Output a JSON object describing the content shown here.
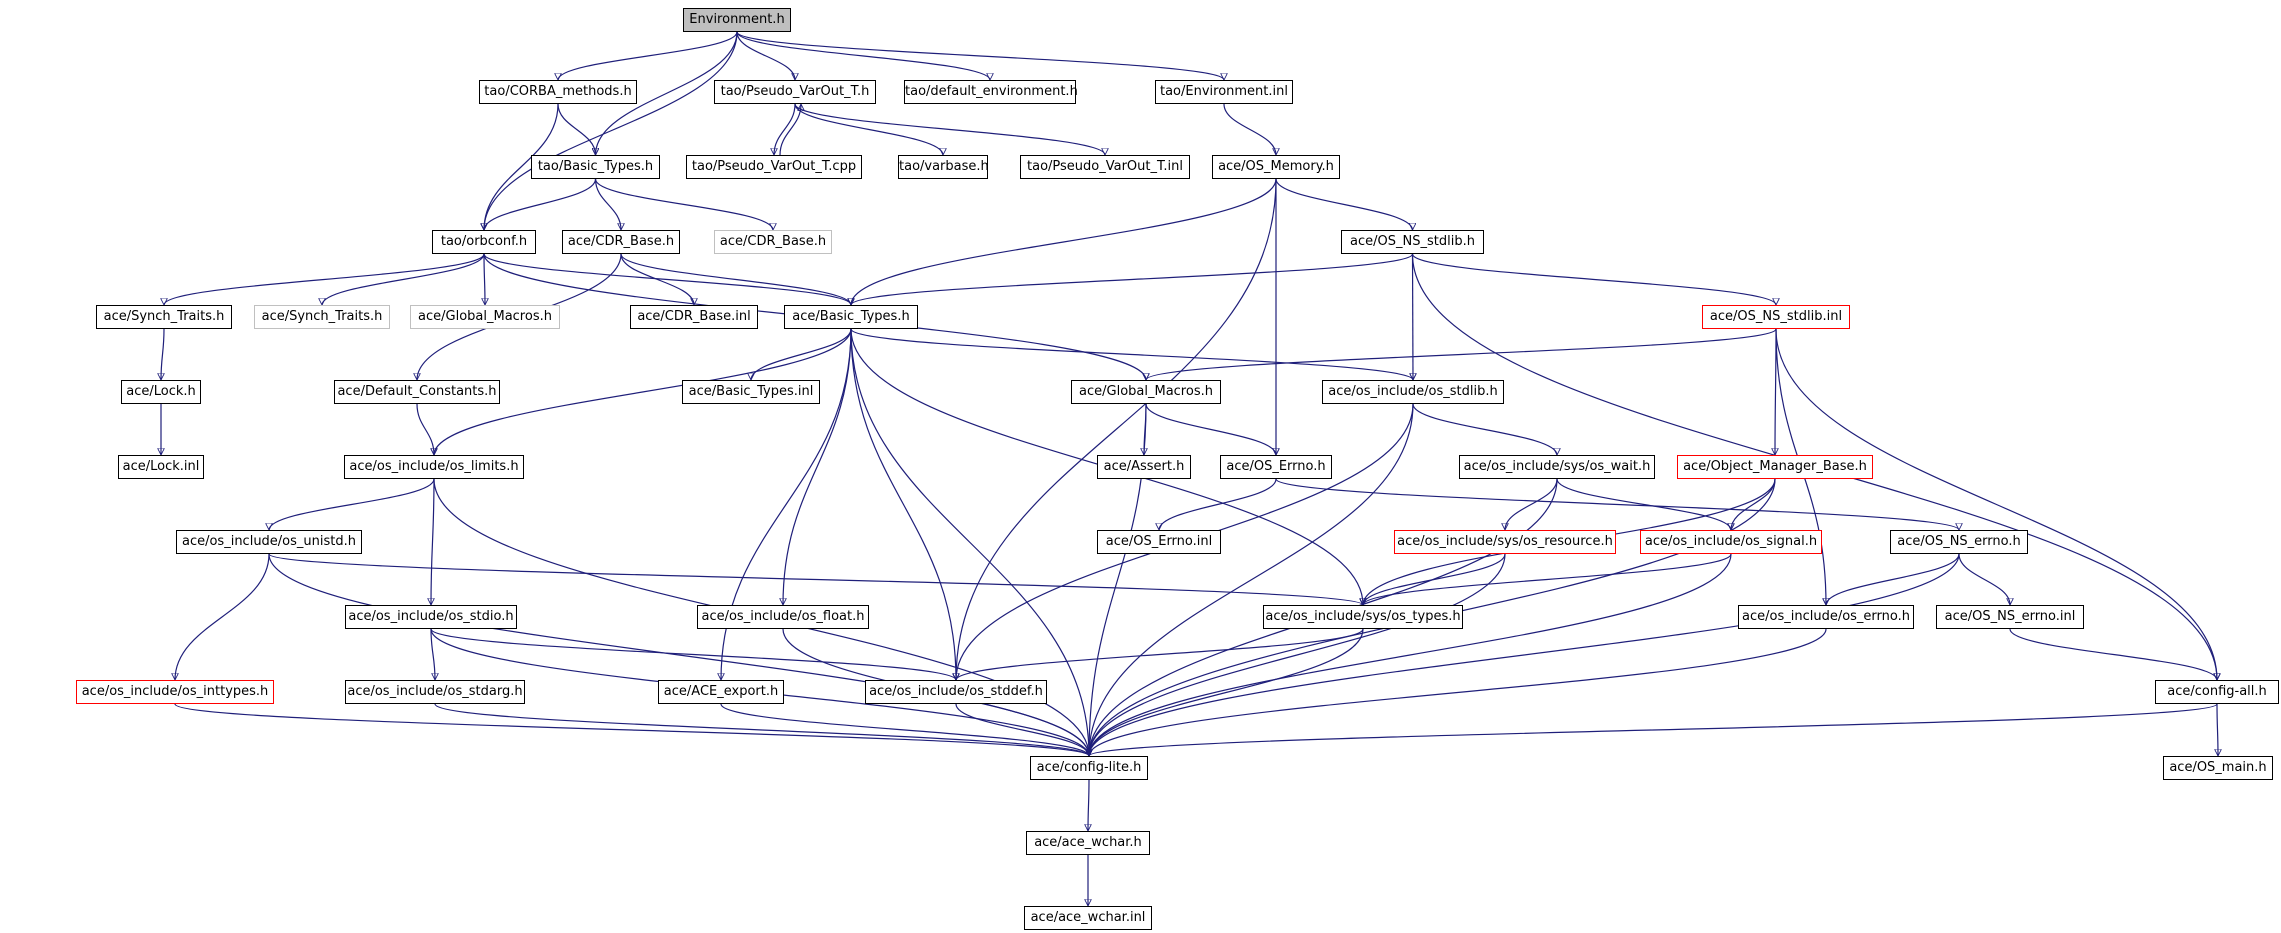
{
  "colors": {
    "edge": "#1f1f7a",
    "node_border": "#000000",
    "root_fill": "#bfbfbf",
    "missing_border": "#c0c0c0",
    "truncated_border": "#ff0000"
  },
  "nodes": {
    "environment_h": {
      "label": "Environment.h",
      "style": "root"
    },
    "tao_corba_methods_h": {
      "label": "tao/CORBA_methods.h",
      "style": "normal"
    },
    "tao_pseudo_varout_t_h": {
      "label": "tao/Pseudo_VarOut_T.h",
      "style": "normal"
    },
    "tao_default_environment_h": {
      "label": "tao/default_environment.h",
      "style": "normal"
    },
    "tao_environment_inl": {
      "label": "tao/Environment.inl",
      "style": "normal"
    },
    "tao_basic_types_h": {
      "label": "tao/Basic_Types.h",
      "style": "normal"
    },
    "tao_pseudo_varout_t_cpp": {
      "label": "tao/Pseudo_VarOut_T.cpp",
      "style": "normal"
    },
    "tao_varbase_h": {
      "label": "tao/varbase.h",
      "style": "normal"
    },
    "tao_pseudo_varout_t_inl": {
      "label": "tao/Pseudo_VarOut_T.inl",
      "style": "normal"
    },
    "ace_os_memory_h": {
      "label": "ace/OS_Memory.h",
      "style": "normal"
    },
    "tao_orbconf_h": {
      "label": "tao/orbconf.h",
      "style": "normal"
    },
    "ace_cdr_base_h": {
      "label": "ace/CDR_Base.h",
      "style": "normal"
    },
    "ace_cdr_base_h_ext": {
      "label": "ace/CDR_Base.h",
      "style": "missing"
    },
    "ace_os_ns_stdlib_h": {
      "label": "ace/OS_NS_stdlib.h",
      "style": "normal"
    },
    "ace_synch_traits_h": {
      "label": "ace/Synch_Traits.h",
      "style": "normal"
    },
    "ace_synch_traits_h_ext": {
      "label": "ace/Synch_Traits.h",
      "style": "missing"
    },
    "ace_global_macros_h_ext": {
      "label": "ace/Global_Macros.h",
      "style": "missing"
    },
    "ace_cdr_base_inl": {
      "label": "ace/CDR_Base.inl",
      "style": "normal"
    },
    "ace_basic_types_h": {
      "label": "ace/Basic_Types.h",
      "style": "normal"
    },
    "ace_os_ns_stdlib_inl": {
      "label": "ace/OS_NS_stdlib.inl",
      "style": "truncated"
    },
    "ace_lock_h": {
      "label": "ace/Lock.h",
      "style": "normal"
    },
    "ace_default_constants_h": {
      "label": "ace/Default_Constants.h",
      "style": "normal"
    },
    "ace_basic_types_inl": {
      "label": "ace/Basic_Types.inl",
      "style": "normal"
    },
    "ace_global_macros_h": {
      "label": "ace/Global_Macros.h",
      "style": "normal"
    },
    "ace_os_include_os_stdlib_h": {
      "label": "ace/os_include/os_stdlib.h",
      "style": "normal"
    },
    "ace_lock_inl": {
      "label": "ace/Lock.inl",
      "style": "normal"
    },
    "ace_os_include_os_limits_h": {
      "label": "ace/os_include/os_limits.h",
      "style": "normal"
    },
    "ace_assert_h": {
      "label": "ace/Assert.h",
      "style": "normal"
    },
    "ace_os_errno_h": {
      "label": "ace/OS_Errno.h",
      "style": "normal"
    },
    "ace_os_include_sys_os_wait_h": {
      "label": "ace/os_include/sys/os_wait.h",
      "style": "normal"
    },
    "ace_object_manager_base_h": {
      "label": "ace/Object_Manager_Base.h",
      "style": "truncated"
    },
    "ace_os_include_os_unistd_h": {
      "label": "ace/os_include/os_unistd.h",
      "style": "normal"
    },
    "ace_os_errno_inl": {
      "label": "ace/OS_Errno.inl",
      "style": "normal"
    },
    "ace_os_include_sys_os_resource_h": {
      "label": "ace/os_include/sys/os_resource.h",
      "style": "truncated"
    },
    "ace_os_include_os_signal_h": {
      "label": "ace/os_include/os_signal.h",
      "style": "truncated"
    },
    "ace_os_ns_errno_h": {
      "label": "ace/OS_NS_errno.h",
      "style": "normal"
    },
    "ace_os_include_os_stdio_h": {
      "label": "ace/os_include/os_stdio.h",
      "style": "normal"
    },
    "ace_os_include_os_float_h": {
      "label": "ace/os_include/os_float.h",
      "style": "normal"
    },
    "ace_os_include_sys_os_types_h": {
      "label": "ace/os_include/sys/os_types.h",
      "style": "normal"
    },
    "ace_os_include_os_errno_h": {
      "label": "ace/os_include/os_errno.h",
      "style": "normal"
    },
    "ace_os_ns_errno_inl": {
      "label": "ace/OS_NS_errno.inl",
      "style": "normal"
    },
    "ace_os_include_os_inttypes_h": {
      "label": "ace/os_include/os_inttypes.h",
      "style": "truncated"
    },
    "ace_os_include_os_stdarg_h": {
      "label": "ace/os_include/os_stdarg.h",
      "style": "normal"
    },
    "ace_ace_export_h": {
      "label": "ace/ACE_export.h",
      "style": "normal"
    },
    "ace_os_include_os_stddef_h": {
      "label": "ace/os_include/os_stddef.h",
      "style": "normal"
    },
    "ace_config_all_h": {
      "label": "ace/config-all.h",
      "style": "normal"
    },
    "ace_config_lite_h": {
      "label": "ace/config-lite.h",
      "style": "normal"
    },
    "ace_os_main_h": {
      "label": "ace/OS_main.h",
      "style": "normal"
    },
    "ace_ace_wchar_h": {
      "label": "ace/ace_wchar.h",
      "style": "normal"
    },
    "ace_ace_wchar_inl": {
      "label": "ace/ace_wchar.inl",
      "style": "normal"
    }
  },
  "edges": [
    [
      "environment_h",
      "tao_corba_methods_h"
    ],
    [
      "environment_h",
      "tao_pseudo_varout_t_h"
    ],
    [
      "environment_h",
      "tao_default_environment_h"
    ],
    [
      "environment_h",
      "tao_environment_inl"
    ],
    [
      "environment_h",
      "tao_basic_types_h"
    ],
    [
      "environment_h",
      "tao_orbconf_h"
    ],
    [
      "tao_corba_methods_h",
      "tao_basic_types_h"
    ],
    [
      "tao_corba_methods_h",
      "tao_orbconf_h"
    ],
    [
      "tao_pseudo_varout_t_h",
      "tao_pseudo_varout_t_cpp"
    ],
    [
      "tao_pseudo_varout_t_cpp",
      "tao_pseudo_varout_t_h"
    ],
    [
      "tao_pseudo_varout_t_h",
      "tao_varbase_h"
    ],
    [
      "tao_pseudo_varout_t_h",
      "tao_pseudo_varout_t_inl"
    ],
    [
      "tao_environment_inl",
      "ace_os_memory_h"
    ],
    [
      "tao_basic_types_h",
      "tao_orbconf_h"
    ],
    [
      "tao_basic_types_h",
      "ace_cdr_base_h"
    ],
    [
      "tao_basic_types_h",
      "ace_cdr_base_h_ext"
    ],
    [
      "tao_orbconf_h",
      "ace_synch_traits_h"
    ],
    [
      "tao_orbconf_h",
      "ace_synch_traits_h_ext"
    ],
    [
      "tao_orbconf_h",
      "ace_global_macros_h_ext"
    ],
    [
      "tao_orbconf_h",
      "ace_basic_types_h"
    ],
    [
      "tao_orbconf_h",
      "ace_global_macros_h"
    ],
    [
      "ace_cdr_base_h",
      "ace_cdr_base_inl"
    ],
    [
      "ace_cdr_base_h",
      "ace_basic_types_h"
    ],
    [
      "ace_cdr_base_h",
      "ace_default_constants_h"
    ],
    [
      "ace_os_memory_h",
      "ace_basic_types_h"
    ],
    [
      "ace_os_memory_h",
      "ace_os_ns_stdlib_h"
    ],
    [
      "ace_os_memory_h",
      "ace_os_errno_h"
    ],
    [
      "ace_os_memory_h",
      "ace_os_include_os_stddef_h"
    ],
    [
      "ace_os_ns_stdlib_h",
      "ace_basic_types_h"
    ],
    [
      "ace_os_ns_stdlib_h",
      "ace_os_ns_stdlib_inl"
    ],
    [
      "ace_os_ns_stdlib_h",
      "ace_os_include_os_stdlib_h"
    ],
    [
      "ace_os_ns_stdlib_h",
      "ace_config_all_h"
    ],
    [
      "ace_synch_traits_h",
      "ace_lock_h"
    ],
    [
      "ace_lock_h",
      "ace_lock_inl"
    ],
    [
      "ace_basic_types_h",
      "ace_basic_types_inl"
    ],
    [
      "ace_basic_types_h",
      "ace_os_include_os_limits_h"
    ],
    [
      "ace_basic_types_h",
      "ace_os_include_os_stdlib_h"
    ],
    [
      "ace_basic_types_h",
      "ace_os_include_os_float_h"
    ],
    [
      "ace_basic_types_h",
      "ace_os_include_sys_os_types_h"
    ],
    [
      "ace_basic_types_h",
      "ace_os_include_os_stddef_h"
    ],
    [
      "ace_basic_types_h",
      "ace_ace_export_h"
    ],
    [
      "ace_basic_types_h",
      "ace_config_lite_h"
    ],
    [
      "ace_os_ns_stdlib_inl",
      "ace_global_macros_h"
    ],
    [
      "ace_os_ns_stdlib_inl",
      "ace_object_manager_base_h"
    ],
    [
      "ace_os_ns_stdlib_inl",
      "ace_os_include_os_errno_h"
    ],
    [
      "ace_os_ns_stdlib_inl",
      "ace_config_all_h"
    ],
    [
      "ace_default_constants_h",
      "ace_os_include_os_limits_h"
    ],
    [
      "ace_global_macros_h",
      "ace_assert_h"
    ],
    [
      "ace_global_macros_h",
      "ace_os_errno_h"
    ],
    [
      "ace_global_macros_h",
      "ace_config_lite_h"
    ],
    [
      "ace_os_include_os_stdlib_h",
      "ace_os_include_sys_os_wait_h"
    ],
    [
      "ace_os_include_os_stdlib_h",
      "ace_os_include_os_stddef_h"
    ],
    [
      "ace_os_include_os_stdlib_h",
      "ace_config_lite_h"
    ],
    [
      "ace_os_include_os_limits_h",
      "ace_os_include_os_unistd_h"
    ],
    [
      "ace_os_include_os_limits_h",
      "ace_os_include_os_stdio_h"
    ],
    [
      "ace_os_include_os_limits_h",
      "ace_config_lite_h"
    ],
    [
      "ace_os_errno_h",
      "ace_os_errno_inl"
    ],
    [
      "ace_os_errno_h",
      "ace_os_ns_errno_h"
    ],
    [
      "ace_os_include_sys_os_wait_h",
      "ace_os_include_sys_os_resource_h"
    ],
    [
      "ace_os_include_sys_os_wait_h",
      "ace_os_include_os_signal_h"
    ],
    [
      "ace_os_include_sys_os_wait_h",
      "ace_config_lite_h"
    ],
    [
      "ace_object_manager_base_h",
      "ace_os_include_os_signal_h"
    ],
    [
      "ace_object_manager_base_h",
      "ace_os_include_sys_os_types_h"
    ],
    [
      "ace_object_manager_base_h",
      "ace_config_lite_h"
    ],
    [
      "ace_os_include_os_unistd_h",
      "ace_os_include_os_inttypes_h"
    ],
    [
      "ace_os_include_os_unistd_h",
      "ace_os_include_sys_os_types_h"
    ],
    [
      "ace_os_include_os_unistd_h",
      "ace_config_lite_h"
    ],
    [
      "ace_os_include_sys_os_resource_h",
      "ace_os_include_sys_os_types_h"
    ],
    [
      "ace_os_include_sys_os_resource_h",
      "ace_config_lite_h"
    ],
    [
      "ace_os_include_os_signal_h",
      "ace_os_include_sys_os_types_h"
    ],
    [
      "ace_os_include_os_signal_h",
      "ace_config_lite_h"
    ],
    [
      "ace_os_ns_errno_h",
      "ace_os_include_os_errno_h"
    ],
    [
      "ace_os_ns_errno_h",
      "ace_os_ns_errno_inl"
    ],
    [
      "ace_os_ns_errno_h",
      "ace_config_lite_h"
    ],
    [
      "ace_os_include_os_stdio_h",
      "ace_os_include_os_stdarg_h"
    ],
    [
      "ace_os_include_os_stdio_h",
      "ace_os_include_os_stddef_h"
    ],
    [
      "ace_os_include_os_stdio_h",
      "ace_config_lite_h"
    ],
    [
      "ace_os_include_os_float_h",
      "ace_config_lite_h"
    ],
    [
      "ace_os_include_sys_os_types_h",
      "ace_os_include_os_stddef_h"
    ],
    [
      "ace_os_include_sys_os_types_h",
      "ace_config_lite_h"
    ],
    [
      "ace_os_include_os_errno_h",
      "ace_config_lite_h"
    ],
    [
      "ace_os_ns_errno_inl",
      "ace_config_all_h"
    ],
    [
      "ace_os_include_os_inttypes_h",
      "ace_config_lite_h"
    ],
    [
      "ace_os_include_os_stdarg_h",
      "ace_config_lite_h"
    ],
    [
      "ace_ace_export_h",
      "ace_config_lite_h"
    ],
    [
      "ace_os_include_os_stddef_h",
      "ace_config_lite_h"
    ],
    [
      "ace_config_all_h",
      "ace_config_lite_h"
    ],
    [
      "ace_config_all_h",
      "ace_os_main_h"
    ],
    [
      "ace_config_lite_h",
      "ace_ace_wchar_h"
    ],
    [
      "ace_ace_wchar_h",
      "ace_ace_wchar_inl"
    ]
  ]
}
